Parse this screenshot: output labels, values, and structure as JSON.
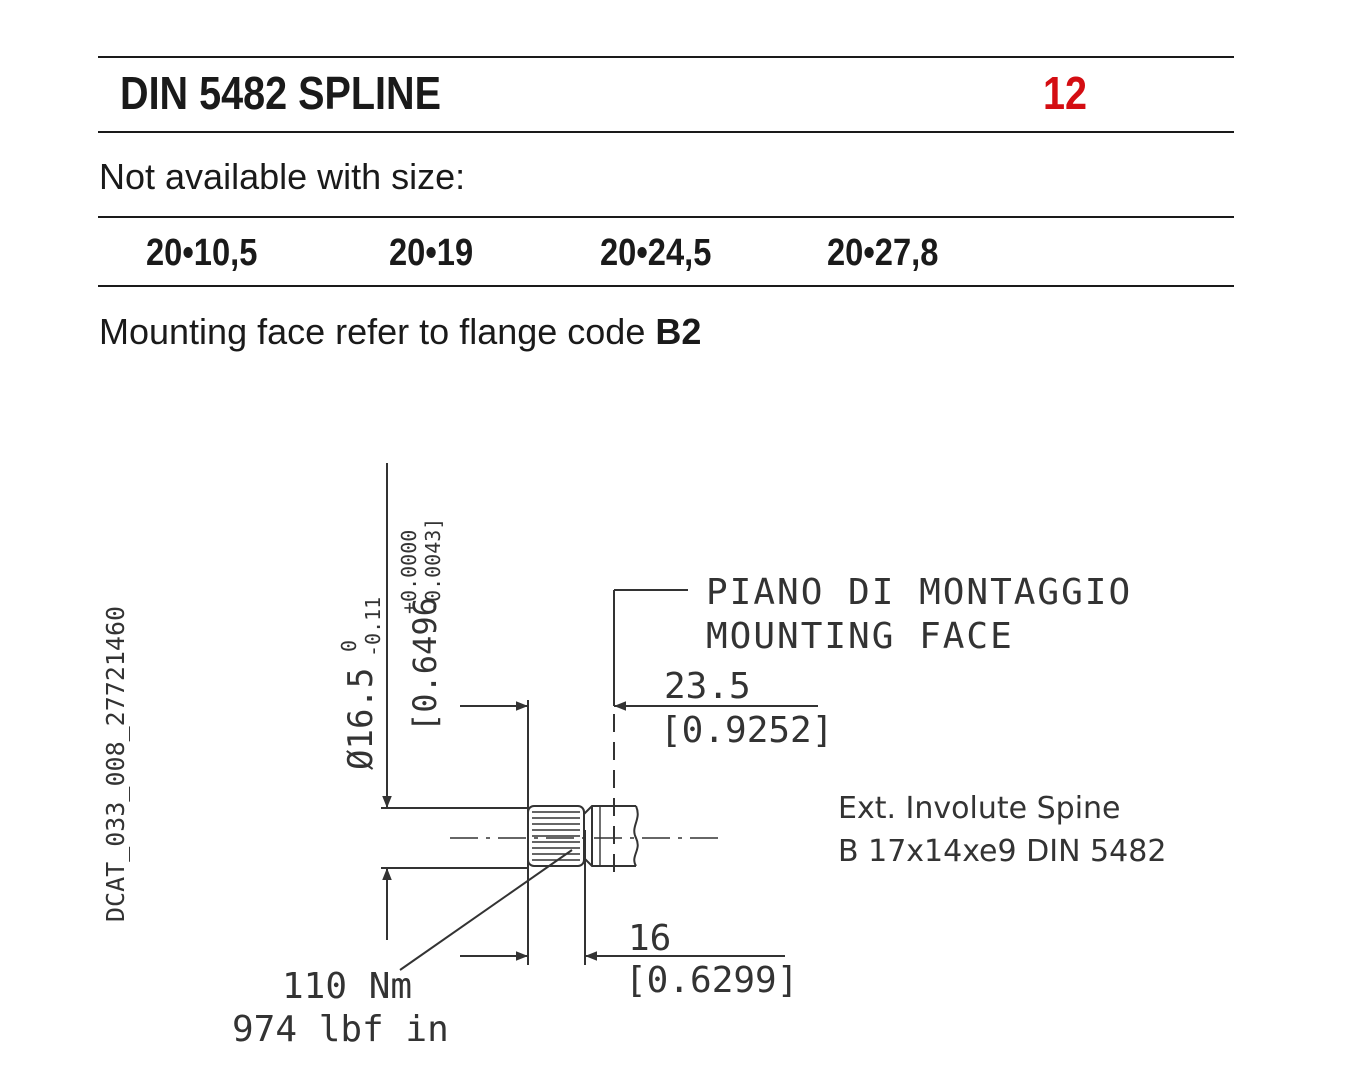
{
  "header": {
    "title": "DIN 5482 SPLINE",
    "code": "12"
  },
  "availability": {
    "label": "Not available with size:",
    "sizes": [
      "20•10,5",
      "20•19",
      "20•24,5",
      "20•27,8"
    ]
  },
  "mounting": {
    "prefix": "Mounting face refer to flange code ",
    "flange_code": "B2"
  },
  "drawing": {
    "drawing_id": "DCAT_033_008_27721460",
    "diameter": {
      "main": "Ø16.5",
      "tol_upper": "0",
      "tol_lower": "-0.11"
    },
    "diameter_inch": {
      "main": "[0.6496",
      "tol_upper": "+0.0000",
      "tol_lower": "-0.0043]"
    },
    "mounting_face": {
      "it": "PIANO DI MONTAGGIO",
      "en": "MOUNTING FACE"
    },
    "dim_mounting": {
      "mm": "23.5",
      "inch": "[0.9252]"
    },
    "dim_spline": {
      "mm": "16",
      "inch": "[0.6299]"
    },
    "spline_spec": {
      "line1": "Ext. Involute Spine",
      "line2": "B 17x14xe9 DIN 5482"
    },
    "torque": {
      "nm": "110 Nm",
      "lbf": "974 lbf in"
    }
  },
  "colors": {
    "accent": "#d40d12",
    "text": "#1a1a1a",
    "drawing": "#333333"
  }
}
